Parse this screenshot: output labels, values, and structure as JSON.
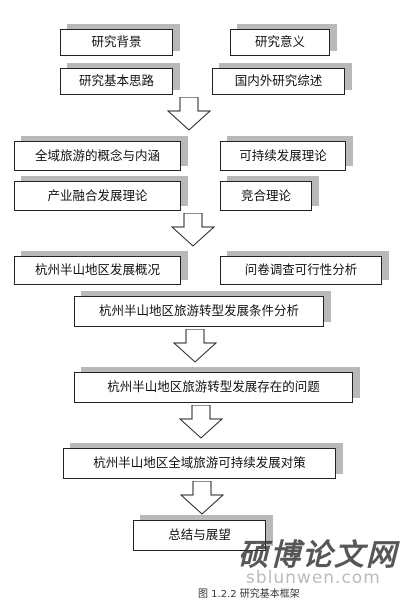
{
  "diagram": {
    "row1": [
      "研究背景",
      "研究意义"
    ],
    "row2": [
      "研究基本思路",
      "国内外研究综述"
    ],
    "row3": [
      "全域旅游的概念与内涵",
      "可持续发展理论"
    ],
    "row4": [
      "产业融合发展理论",
      "竞合理论"
    ],
    "row5": [
      "杭州半山地区发展概况",
      "问卷调查可行性分析"
    ],
    "step1": "杭州半山地区旅游转型发展条件分析",
    "step2": "杭州半山地区旅游转型发展存在的问题",
    "step3": "杭州半山地区全域旅游可持续发展对策",
    "step4": "总结与展望"
  },
  "caption": "图 1.2.2 研究基本框架",
  "watermark": {
    "text": "硕博论文网",
    "url": "sblunwen.com"
  }
}
